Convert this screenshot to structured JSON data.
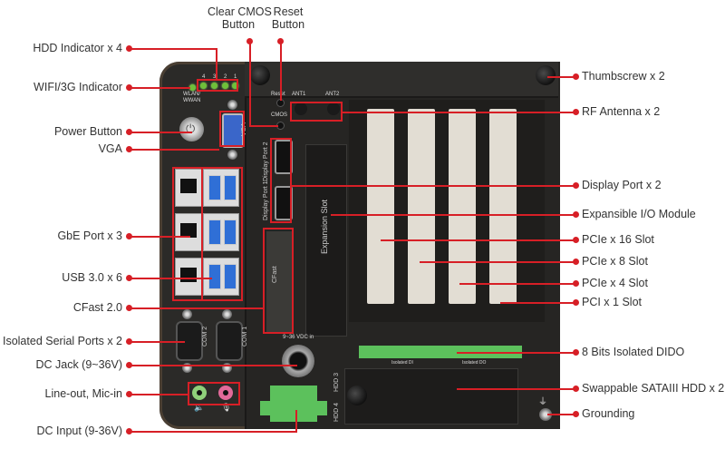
{
  "callouts_left": [
    {
      "id": "hdd-indicator",
      "label": "HDD Indicator x 4"
    },
    {
      "id": "wifi-3g-indicator",
      "label": "WIFI/3G Indicator"
    },
    {
      "id": "power-button",
      "label": "Power Button"
    },
    {
      "id": "vga",
      "label": "VGA"
    },
    {
      "id": "gbe-port",
      "label": "GbE Port x 3"
    },
    {
      "id": "usb",
      "label": "USB 3.0 x 6"
    },
    {
      "id": "cfast",
      "label": "CFast 2.0"
    },
    {
      "id": "serial-ports",
      "label": "Isolated Serial Ports x 2"
    },
    {
      "id": "dc-jack",
      "label": "DC Jack (9~36V)"
    },
    {
      "id": "audio",
      "label": "Line-out, Mic-in"
    },
    {
      "id": "dc-input",
      "label": "DC Input (9-36V)"
    }
  ],
  "callouts_top": [
    {
      "id": "clear-cmos",
      "label_line1": "Clear CMOS",
      "label_line2": "Button"
    },
    {
      "id": "reset",
      "label_line1": "Reset",
      "label_line2": "Button"
    }
  ],
  "callouts_right": [
    {
      "id": "thumbscrew",
      "label": "Thumbscrew x 2"
    },
    {
      "id": "rf-antenna",
      "label": "RF Antenna x 2"
    },
    {
      "id": "display-port",
      "label": "Display Port x 2"
    },
    {
      "id": "expansible-io",
      "label": "Expansible I/O Module"
    },
    {
      "id": "pcie-x16",
      "label": "PCIe x 16 Slot"
    },
    {
      "id": "pcie-x8",
      "label": "PCIe x 8 Slot"
    },
    {
      "id": "pcie-x4",
      "label": "PCIe x 4 Slot"
    },
    {
      "id": "pci-x1",
      "label": "PCI x 1 Slot"
    },
    {
      "id": "dido",
      "label": "8 Bits Isolated DIDO"
    },
    {
      "id": "sata-hdd",
      "label": "Swappable SATAIII HDD x 2"
    },
    {
      "id": "grounding",
      "label": "Grounding"
    }
  ],
  "panel_text": {
    "wlan": "WLAN/",
    "wwan": "WWAN",
    "led_numbers": [
      "4",
      "3",
      "2",
      "1"
    ],
    "reset": "Reset",
    "cmos": "CMOS",
    "ant1": "ANT1",
    "ant2": "ANT2",
    "vga": "VGA",
    "dp2": "Display Port 2",
    "dp1": "Display Port 1",
    "expansion_slot": "Expansion Slot",
    "cfast": "CFast",
    "com2": "COM 2",
    "com1": "COM 1",
    "dc_in": "9~36 VDC in",
    "hdd3": "HDD 3",
    "hdd4": "HDD 4",
    "isolated_di": "Isolated DI",
    "isolated_do": "Isolated DO"
  }
}
